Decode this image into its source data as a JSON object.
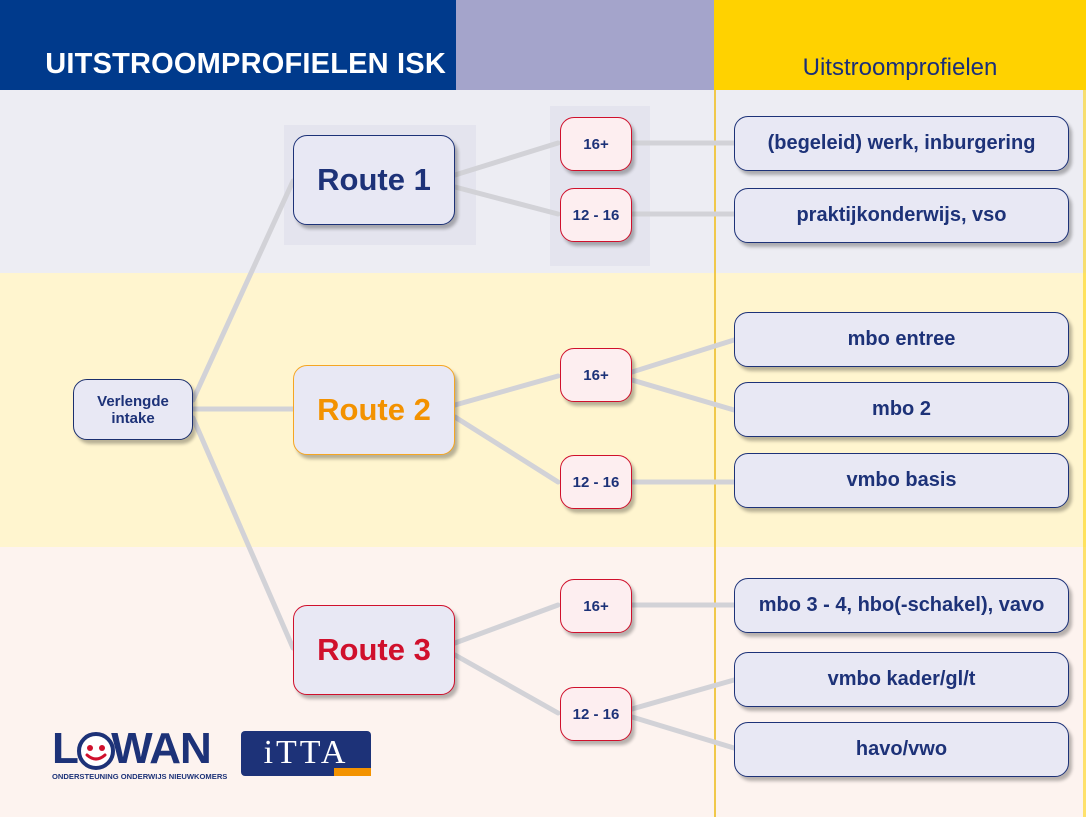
{
  "header": {
    "title": "UITSTROOMPROFIELEN ISK",
    "column_title": "Uitstroomprofielen"
  },
  "intake": {
    "line1": "Verlengde",
    "line2": "intake"
  },
  "routes": [
    {
      "label": "Route 1"
    },
    {
      "label": "Route 2"
    },
    {
      "label": "Route 3"
    }
  ],
  "ages": [
    {
      "label": "16+"
    },
    {
      "label": "12 - 16"
    },
    {
      "label": "16+"
    },
    {
      "label": "12 - 16"
    },
    {
      "label": "16+"
    },
    {
      "label": "12 - 16"
    }
  ],
  "outcomes": [
    {
      "label": "(begeleid) werk, inburgering"
    },
    {
      "label": "praktijkonderwijs, vso"
    },
    {
      "label": "mbo entree"
    },
    {
      "label": "mbo 2"
    },
    {
      "label": "vmbo basis"
    },
    {
      "label": "mbo 3 - 4, hbo(-schakel), vavo"
    },
    {
      "label": "vmbo kader/gl/t"
    },
    {
      "label": "havo/vwo"
    }
  ],
  "logos": {
    "lowan": "LOWAN",
    "lowan_tagline": "ONDERSTEUNING ONDERWIJS NIEUWKOMERS",
    "itta": "iTTA"
  },
  "colors": {
    "navy": "#003a8c",
    "lavender": "#a4a4cb",
    "yellow": "#ffd200",
    "route1": "#1d3278",
    "route2": "#f39200",
    "route3": "#d0102c"
  }
}
